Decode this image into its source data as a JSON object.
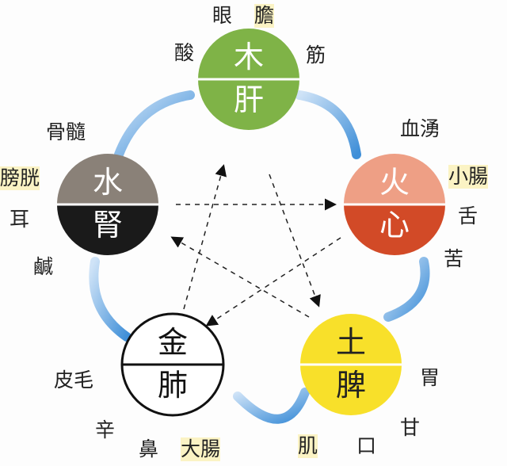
{
  "elements": [
    {
      "element": "木",
      "organ": "肝",
      "top_color": "#7fb347",
      "bottom_color": "#7fb347",
      "text_color": "#ffffff"
    },
    {
      "element": "火",
      "organ": "心",
      "top_color": "#ee9f85",
      "bottom_color": "#d24a27",
      "text_color": "#ffffff"
    },
    {
      "element": "土",
      "organ": "脾",
      "top_color": "#f8e02a",
      "bottom_color": "#f8e02a",
      "text_color": "#222222"
    },
    {
      "element": "金",
      "organ": "肺",
      "top_color": "#ffffff",
      "bottom_color": "#ffffff",
      "text_color": "#111111"
    },
    {
      "element": "水",
      "organ": "腎",
      "top_color": "#8a8178",
      "bottom_color": "#1a1a1a",
      "text_color": "#ffffff"
    }
  ],
  "labels": {
    "wood": [
      "眼",
      "膽",
      "酸",
      "筋"
    ],
    "fire": [
      "血湧",
      "小腸",
      "舌",
      "苦"
    ],
    "earth": [
      "胃",
      "甘",
      "肌",
      "口"
    ],
    "metal": [
      "皮毛",
      "辛",
      "鼻",
      "大腸"
    ],
    "water": [
      "骨髓",
      "膀胱",
      "耳",
      "鹹"
    ]
  },
  "arrow_color": "#8fbde6"
}
